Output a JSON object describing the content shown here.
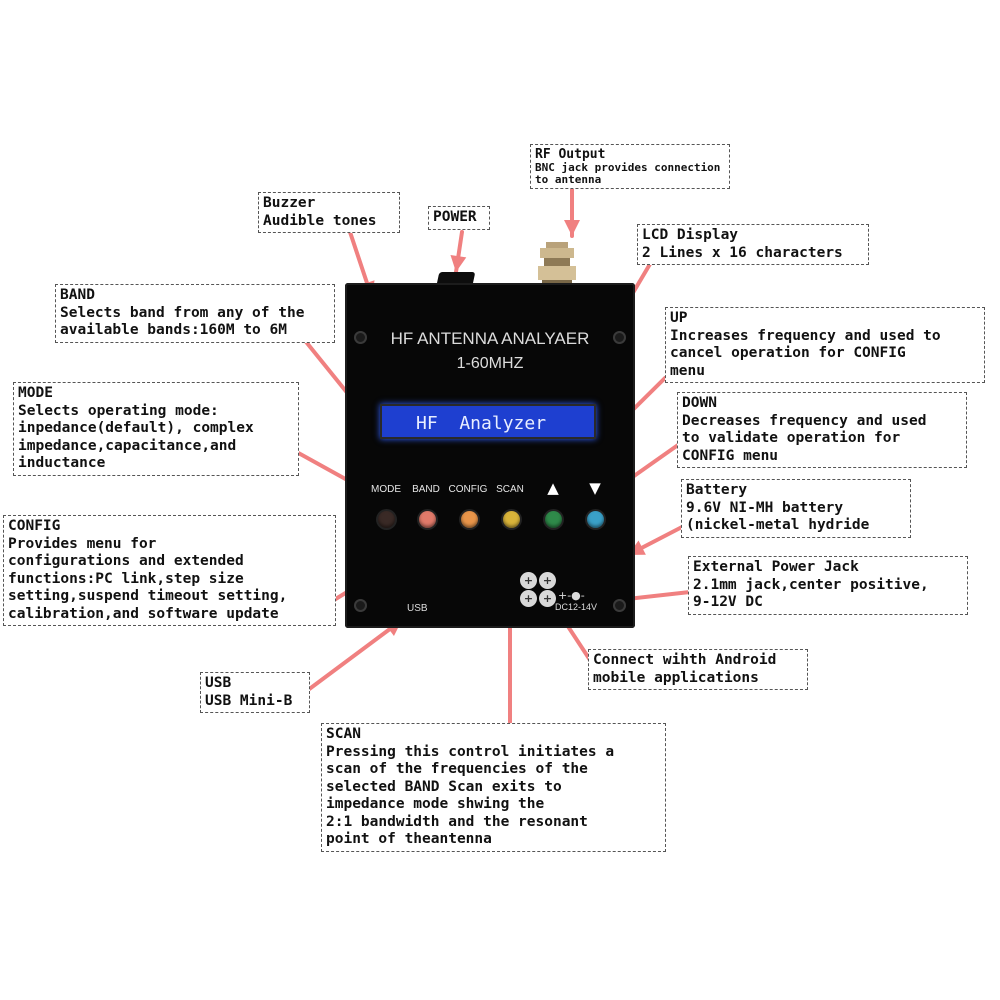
{
  "device": {
    "title": "HF ANTENNA ANALYAER",
    "range": "1-60MHZ",
    "lcd_text": "HF  Analyzer",
    "button_labels": [
      "MODE",
      "BAND",
      "CONFIG",
      "SCAN"
    ],
    "arrow_up": "▲",
    "arrow_down": "▼",
    "button_colors": [
      "#3a2a26",
      "#e07a6a",
      "#e8954a",
      "#d9b43a",
      "#2f8a4a",
      "#3aa0c8"
    ],
    "usb_label": "USB",
    "dc_label": "DC12-14V",
    "dc_polarity": "+-●-",
    "panel_color": "#070707",
    "lcd_color": "#1e3fd0",
    "arrow_color": "#f08080"
  },
  "callouts": {
    "buzzer": {
      "title": "Buzzer",
      "desc": "Audible tones"
    },
    "power": {
      "title": "POWER"
    },
    "rf_output": {
      "title": "RF Output",
      "desc": "BNC jack provides connection\nto antenna"
    },
    "lcd": {
      "title": "LCD Display",
      "desc": "2 Lines x 16 characters"
    },
    "band": {
      "title": "BAND",
      "desc": "Selects band from any of the\navailable bands:160M to 6M"
    },
    "mode": {
      "title": "MODE",
      "desc": "Selects operating mode:\ninpedance(default), complex\nimpedance,capacitance,and\ninductance"
    },
    "up": {
      "title": "UP",
      "desc": "Increases frequency and used to\ncancel operation for CONFIG\nmenu"
    },
    "down": {
      "title": "DOWN",
      "desc": "Decreases frequency and used\nto validate operation for\nCONFIG menu"
    },
    "battery": {
      "title": "Battery",
      "desc": "9.6V NI-MH battery\n(nickel-metal hydride"
    },
    "config": {
      "title": "CONFIG",
      "desc": "Provides menu for\nconfigurations and extended\nfunctions:PC link,step size\nsetting,suspend timeout setting,\ncalibration,and software update"
    },
    "ext_power": {
      "title": "External Power Jack",
      "desc": "2.1mm jack,center positive,\n9-12V DC"
    },
    "android": {
      "title": "Connect wihth Android",
      "desc": "mobile applications"
    },
    "usb": {
      "title": "USB",
      "desc": "USB Mini-B"
    },
    "scan": {
      "title": "SCAN",
      "desc": "Pressing this control initiates a\nscan of the frequencies of the\nselected BAND Scan exits to\nimpedance mode shwing the\n2:1 bandwidth and the resonant\npoint of theantenna"
    }
  }
}
